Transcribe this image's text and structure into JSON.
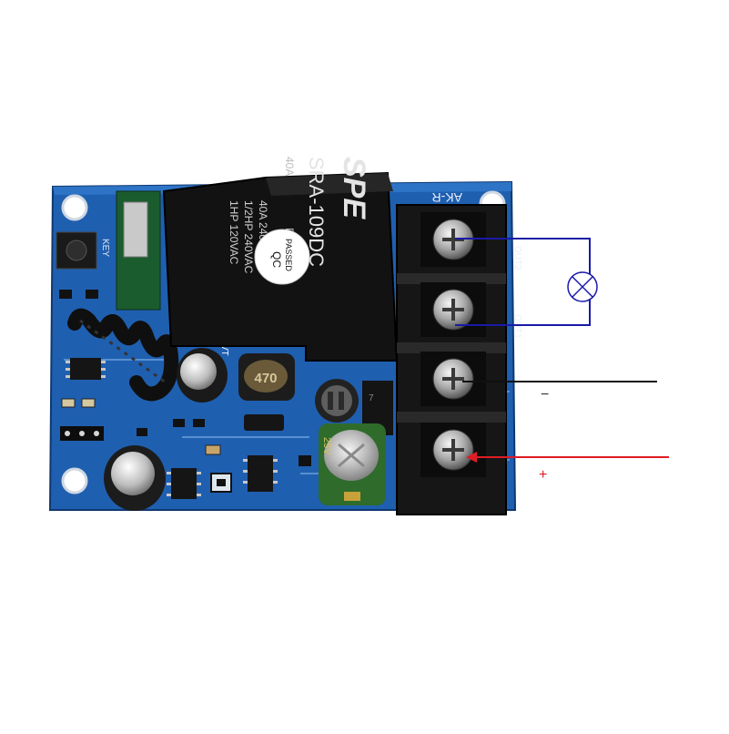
{
  "relay": {
    "brand": "SPE",
    "model": "SRA-109DC",
    "rating_hp_120": "1HP 120VAC",
    "rating_hp_240": "1/2HP 240VAC",
    "rating_amp": "40A 240VAC",
    "side_rating": "40A",
    "side_dc": "DC"
  },
  "qc_sticker": {
    "line1": "QC",
    "line2": "PASSED"
  },
  "board": {
    "edge_label": "AK-R",
    "key_label": "KEY",
    "inductor_value": "470",
    "terminal_label_out2": "OUT2",
    "terminal_label_out1": "OUT1",
    "cap_small_label": "VT",
    "cap_large_label": "25V",
    "regulator_label": "7"
  },
  "wiring": {
    "minus_label": "−",
    "plus_label": "+",
    "lamp_color": "#1a1aa8",
    "minus_color": "#111111",
    "plus_color": "#e01b24"
  },
  "colors": {
    "pcb": "#1f5fb0",
    "pcb_dark": "#174a8c",
    "relay": "#121212",
    "terminal": "#161616"
  }
}
